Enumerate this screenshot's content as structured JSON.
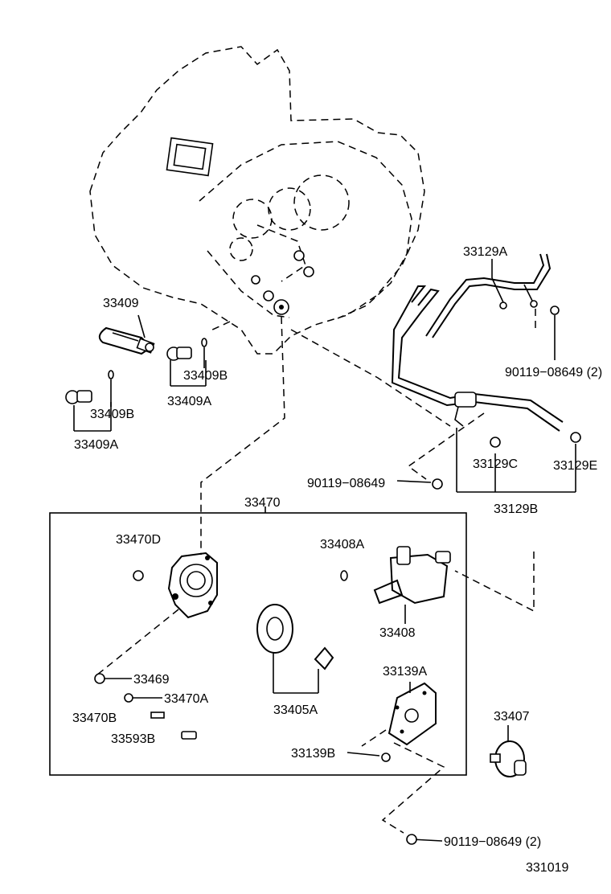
{
  "labels": {
    "p33409": "33409",
    "p33409B_1": "33409B",
    "p33409A_1": "33409A",
    "p33409B_2": "33409B",
    "p33409A_2": "33409A",
    "p33129A": "33129A",
    "p90119_top": "90119−08649 (2)",
    "p33129C": "33129C",
    "p33129E": "33129E",
    "p90119_mid": "90119−08649",
    "p33129B": "33129B",
    "p33470": "33470",
    "p33470D": "33470D",
    "p33408A": "33408A",
    "p33408": "33408",
    "p33469": "33469",
    "p33470A": "33470A",
    "p33470B": "33470B",
    "p33593B": "33593B",
    "p33405A": "33405A",
    "p33139A": "33139A",
    "p33139B": "33139B",
    "p33407": "33407",
    "p90119_bot": "90119−08649 (2)",
    "figure_code": "331019"
  }
}
